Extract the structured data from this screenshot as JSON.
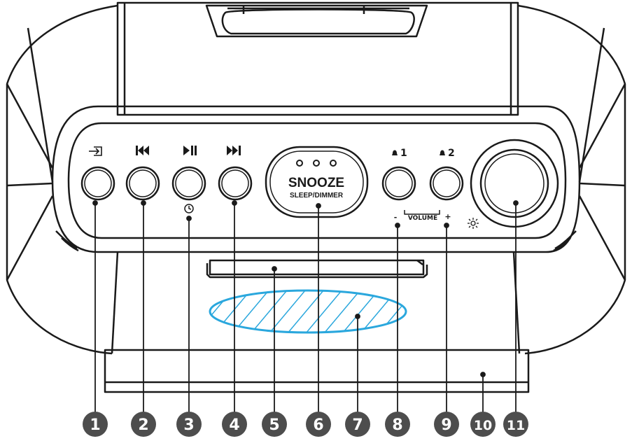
{
  "device": {
    "snooze_label": "SNOOZE",
    "sleep_dimmer_label": "SLEEP/DIMMER",
    "volume_label": "VOLUME",
    "volume_minus": "-",
    "volume_plus": "+",
    "alarm1_label": "1",
    "alarm2_label": "2"
  },
  "callouts": [
    "1",
    "2",
    "3",
    "4",
    "5",
    "6",
    "7",
    "8",
    "9",
    "10",
    "11"
  ],
  "colors": {
    "line": "#1a1a1a",
    "hatch": "#2aa7dd",
    "badge": "#4d4d4d"
  },
  "icons": {
    "source": "input-icon",
    "previous": "skip-back-icon",
    "play_pause": "play-pause-icon",
    "next": "skip-forward-icon",
    "clock": "clock-icon",
    "alarm": "bell-icon",
    "brightness": "sun-icon"
  }
}
